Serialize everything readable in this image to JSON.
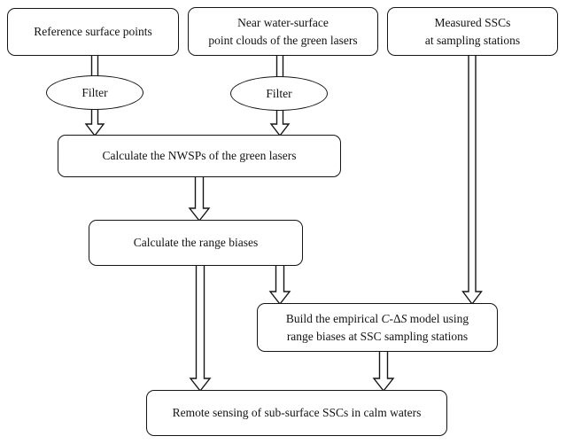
{
  "diagram": {
    "colors": {
      "stroke": "#151515",
      "fill": "#ffffff"
    },
    "nodes": {
      "reference": {
        "label": "Reference surface points"
      },
      "near_water": {
        "line1": "Near water-surface",
        "line2": "point clouds of the green lasers"
      },
      "measured": {
        "line1": "Measured SSCs",
        "line2": "at sampling stations"
      },
      "filter_left": {
        "label": "Filter"
      },
      "filter_mid": {
        "label": "Filter"
      },
      "nwsp": {
        "label": "Calculate the NWSPs of the green lasers"
      },
      "range_biases": {
        "label": "Calculate the range biases"
      },
      "build_model": {
        "line1_parts": [
          {
            "t": "Build the empirical ",
            "i": false
          },
          {
            "t": "C",
            "i": true
          },
          {
            "t": "-Δ",
            "i": false
          },
          {
            "t": "S",
            "i": true
          },
          {
            "t": " model using",
            "i": false
          }
        ],
        "line2": "range biases at SSC sampling stations"
      },
      "remote_sensing": {
        "label": "Remote sensing of sub-surface SSCs in calm waters"
      }
    }
  }
}
